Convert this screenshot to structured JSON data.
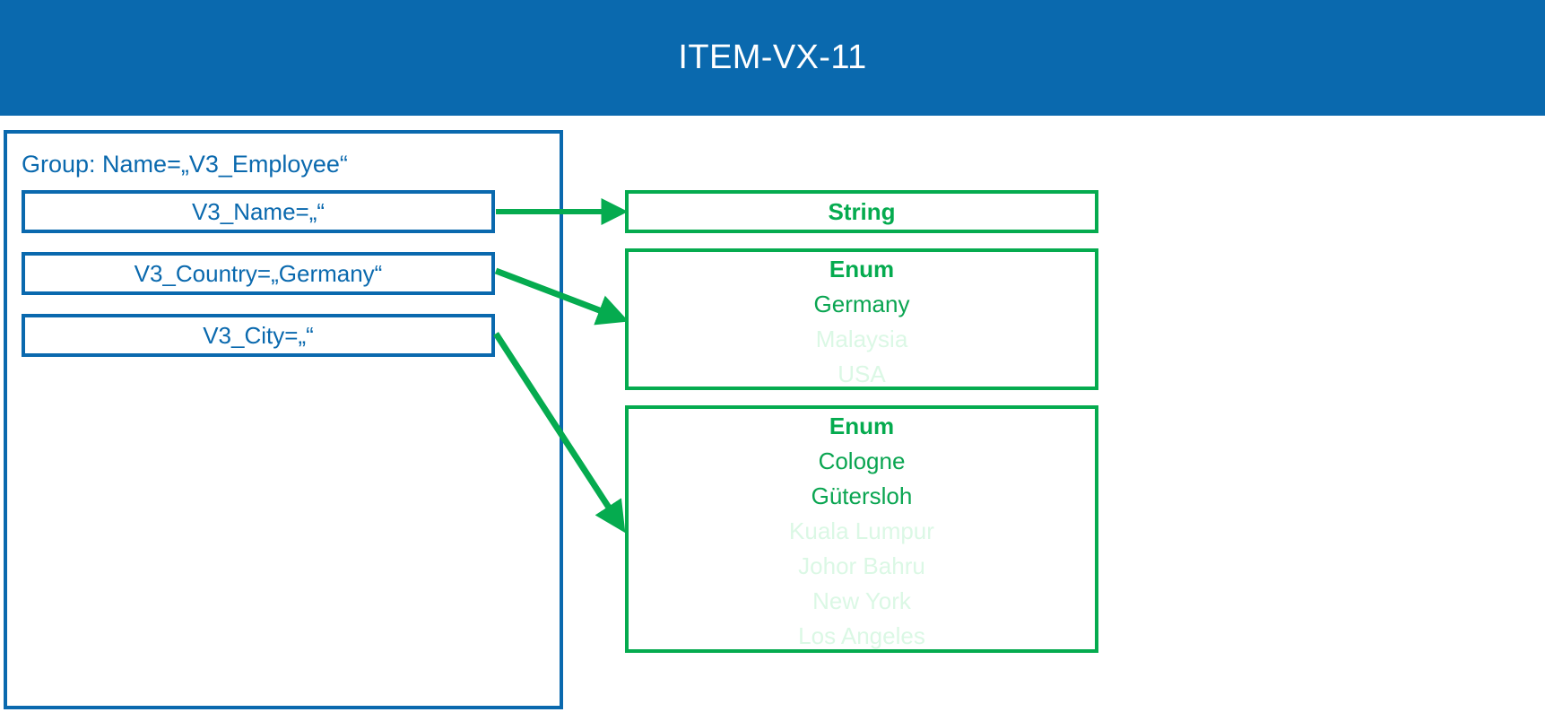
{
  "header": {
    "title": "ITEM-VX-11",
    "background_color": "#0a69ae",
    "text_color": "#ffffff"
  },
  "colors": {
    "blue": "#0a69ae",
    "green": "#05ab4f",
    "green_active_text": "#0aa551",
    "green_faded_text": "#dbf8e5",
    "white": "#ffffff"
  },
  "group": {
    "label": "Group: Name=„V3_Employee“",
    "attributes": [
      {
        "label": "V3_Name=„“"
      },
      {
        "label": "V3_Country=„Germany“"
      },
      {
        "label": "V3_City=„“"
      }
    ]
  },
  "types": [
    {
      "title": "String",
      "values": []
    },
    {
      "title": "Enum",
      "values": [
        {
          "label": "Germany",
          "state": "active"
        },
        {
          "label": "Malaysia",
          "state": "faded"
        },
        {
          "label": "USA",
          "state": "faded"
        }
      ]
    },
    {
      "title": "Enum",
      "values": [
        {
          "label": "Cologne",
          "state": "active"
        },
        {
          "label": "Gütersloh",
          "state": "active"
        },
        {
          "label": "Kuala Lumpur",
          "state": "faded"
        },
        {
          "label": "Johor Bahru",
          "state": "faded"
        },
        {
          "label": "New York",
          "state": "faded"
        },
        {
          "label": "Los Angeles",
          "state": "faded"
        }
      ]
    }
  ],
  "connections": [
    {
      "from": "V3_Name",
      "to": "String"
    },
    {
      "from": "V3_Country",
      "to": "Enum-Country"
    },
    {
      "from": "V3_City",
      "to": "Enum-City"
    }
  ]
}
